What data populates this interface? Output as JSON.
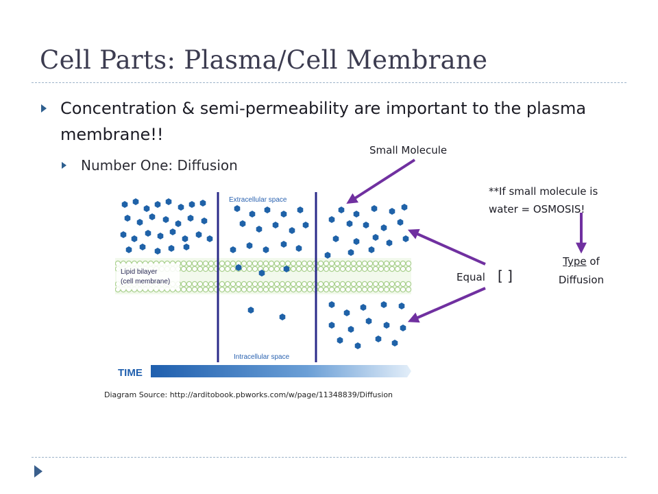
{
  "slide": {
    "title": "Cell Parts: Plasma/Cell Membrane",
    "bullets": [
      {
        "text": "Concentration & semi-permeability are important to the plasma membrane!!",
        "sub": [
          {
            "text": "Number One: Diffusion"
          }
        ]
      }
    ]
  },
  "diagram": {
    "labels": {
      "extracellular": "Extracellular space",
      "intracellular": "Intracellular space",
      "lipid_line1": "Lipid bilayer",
      "lipid_line2": "(cell membrane)",
      "time": "TIME"
    },
    "source": "Diagram Source: http://arditobook.pbworks.com/w/page/11348839/Diffusion"
  },
  "annotations": {
    "small_molecule": "Small Molecule",
    "osmosis_line1": "**If small molecule is",
    "osmosis_line2": "water = OSMOSIS!",
    "type_word": "Type",
    "type_rest": " of",
    "type_line2": "Diffusion",
    "equal": "Equal",
    "bracket": "[ ]"
  },
  "colors": {
    "title": "#3c3c50",
    "molecule": "#1f62a8",
    "divider": "#2a2a88",
    "membrane": "#a9d08e",
    "arrow": "#7030a0",
    "time_bar": "#1f5fae"
  }
}
